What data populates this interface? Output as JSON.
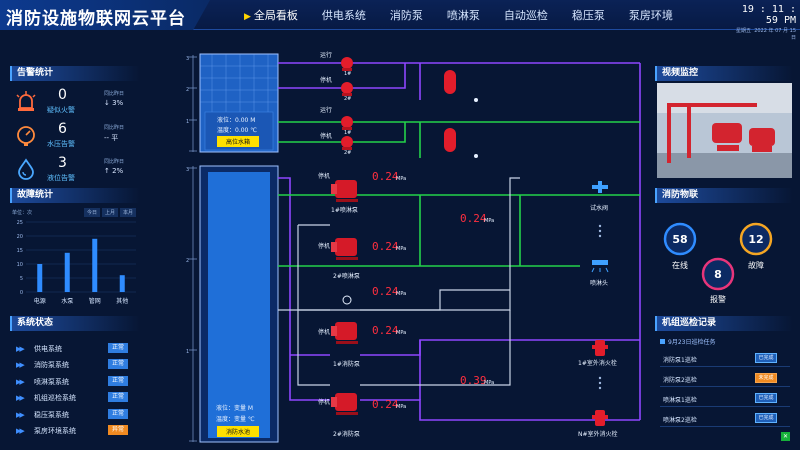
{
  "header": {
    "title": "消防设施物联网云平台",
    "nav": [
      "全局看板",
      "供电系统",
      "消防泵",
      "喷淋泵",
      "自动巡检",
      "稳压泵",
      "泵房环境"
    ],
    "clock_time": "19 : 11 : 59  PM",
    "clock_weekday": "星期五",
    "clock_date": "2022 年 07 月 15 日"
  },
  "alarm_panel": {
    "title": "告警统计",
    "items": [
      {
        "value": "0",
        "label": "疑似火警",
        "compare_label": "同比昨日",
        "compare_value": "↓ 3%",
        "icon": "fire-alarm-icon"
      },
      {
        "value": "6",
        "label": "水压告警",
        "compare_label": "同比昨日",
        "compare_value": "-- 平",
        "icon": "pressure-gauge-icon"
      },
      {
        "value": "3",
        "label": "液位告警",
        "compare_label": "同比昨日",
        "compare_value": "↑ 2%",
        "icon": "water-drop-icon"
      }
    ]
  },
  "fault_panel": {
    "title": "故障统计",
    "unit": "单位：次",
    "tabs": [
      "今日",
      "上月",
      "本月"
    ]
  },
  "status_panel": {
    "title": "系统状态",
    "rows": [
      {
        "name": "供电系统",
        "status": "正常",
        "warn": false
      },
      {
        "name": "消防泵系统",
        "status": "正常",
        "warn": false
      },
      {
        "name": "喷淋泵系统",
        "status": "正常",
        "warn": false
      },
      {
        "name": "机组巡检系统",
        "status": "正常",
        "warn": false
      },
      {
        "name": "稳压泵系统",
        "status": "正常",
        "warn": false
      },
      {
        "name": "泵房环境系统",
        "status": "异常",
        "warn": true
      }
    ]
  },
  "chart_data": {
    "type": "bar",
    "categories": [
      "电源",
      "水泵",
      "管网",
      "其他"
    ],
    "values": [
      10,
      14,
      19,
      6
    ],
    "ylim": [
      0,
      25
    ],
    "yticks": [
      0,
      5,
      10,
      15,
      20,
      25
    ],
    "color": "#2f8cff",
    "grid": true
  },
  "diagram": {
    "high_tank": {
      "level_label": "液位：0.00  M",
      "temp_label": "温度：0.00  ℃",
      "name": "高位水箱",
      "scale": [
        "3",
        "2",
        "1"
      ]
    },
    "pool": {
      "level_label": "液位：变量  M",
      "temp_label": "温度：变量  ℃",
      "name": "消防水池",
      "scale": [
        "3",
        "2",
        "1"
      ]
    },
    "small_pumps": [
      {
        "state": "运行",
        "name": "1#"
      },
      {
        "state": "停机",
        "name": "2#"
      },
      {
        "state": "运行",
        "name": "1#"
      },
      {
        "state": "停机",
        "name": "2#"
      }
    ],
    "big_pumps": [
      {
        "state": "停机",
        "name": "1#喷淋泵",
        "value": "0.24",
        "unit": "MPa"
      },
      {
        "state": "停机",
        "name": "2#喷淋泵",
        "value": "0.24",
        "unit": "MPa"
      },
      {
        "state": "停机",
        "name": "1#消防泵",
        "value": "0.24",
        "unit": "MPa"
      },
      {
        "state": "停机",
        "name": "2#消防泵",
        "value": "0.24",
        "unit": "MPa"
      }
    ],
    "gauges": [
      {
        "value": "0.24",
        "unit": "MPa"
      },
      {
        "value": "0.24",
        "unit": "MPa"
      },
      {
        "value": "0.39",
        "unit": "MPa"
      }
    ],
    "outlets": [
      "试水阀",
      "喷淋头",
      "1#室外消火栓",
      "N#室外消火栓"
    ]
  },
  "video_panel": {
    "title": "视频监控"
  },
  "iot_panel": {
    "title": "消防物联",
    "items": [
      {
        "value": "58",
        "label": "在线",
        "color": "#2f8cff"
      },
      {
        "value": "12",
        "label": "故障",
        "color": "#f5a623"
      },
      {
        "value": "8",
        "label": "报警",
        "color": "#e8357a"
      }
    ]
  },
  "patrol_panel": {
    "title": "机组巡检记录",
    "subtitle": "9月23日巡检任务",
    "rows": [
      {
        "name": "消防泵1巡检",
        "status": "已完成",
        "warn": false
      },
      {
        "name": "消防泵2巡检",
        "status": "未完成",
        "warn": true
      },
      {
        "name": "喷淋泵1巡检",
        "status": "已完成",
        "warn": false
      },
      {
        "name": "喷淋泵2巡检",
        "status": "已完成",
        "warn": false
      }
    ]
  }
}
